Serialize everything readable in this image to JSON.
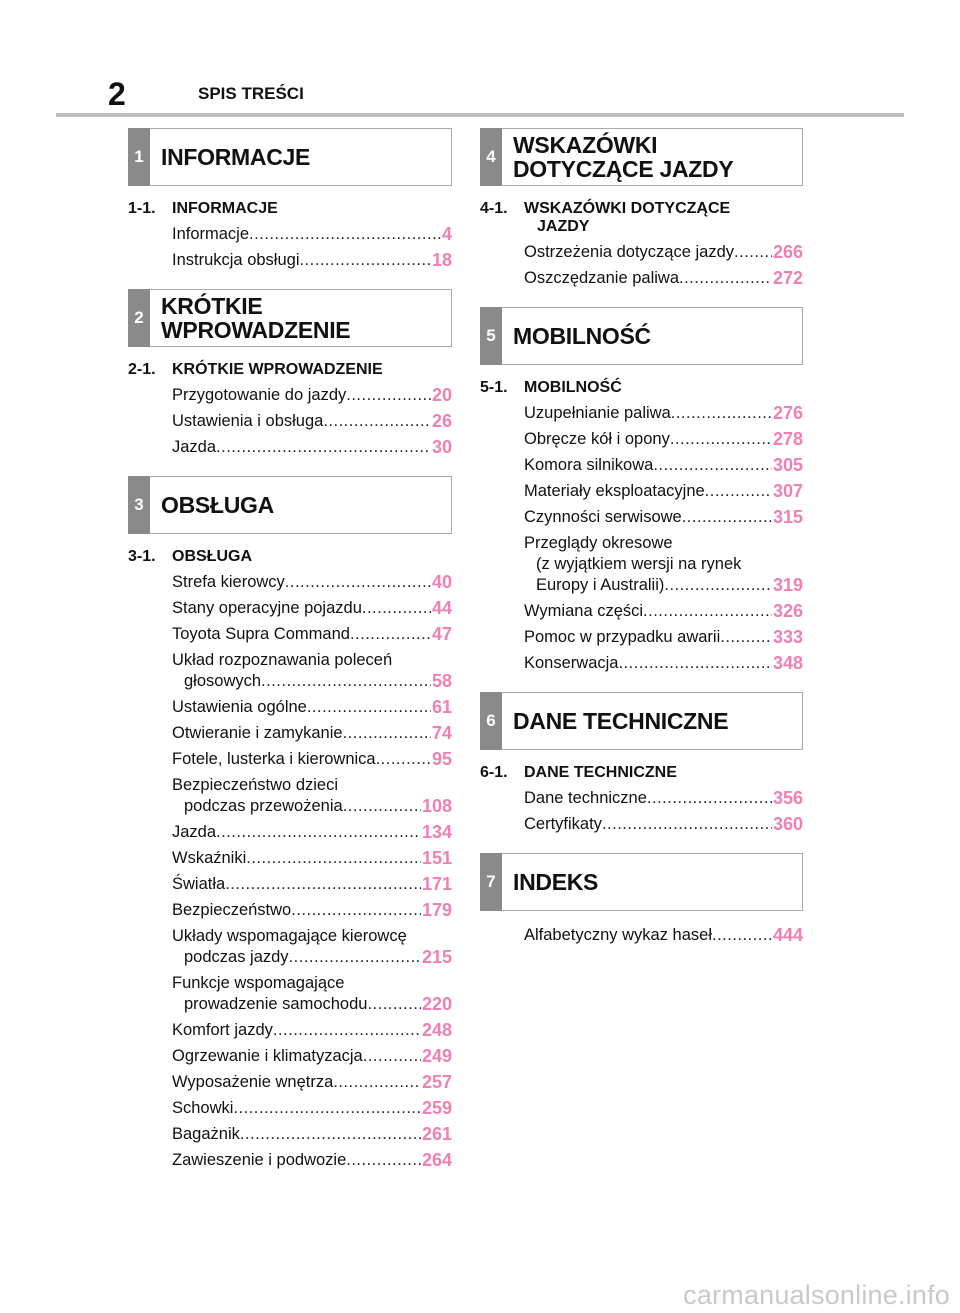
{
  "header": {
    "page_number": "2",
    "title": "SPIS TREŚCI"
  },
  "left": [
    {
      "tab": "1",
      "box_title": "INFORMACJE",
      "chapter_no": "1-1.",
      "chapter_title": "INFORMACJE",
      "chapter_title2": "",
      "entries": [
        {
          "lines": [
            "Informacje "
          ],
          "page": "4"
        },
        {
          "lines": [
            "Instrukcja obsługi "
          ],
          "page": "18"
        }
      ]
    },
    {
      "tab": "2",
      "box_title": "KRÓTKIE WPROWADZENIE",
      "chapter_no": "2-1.",
      "chapter_title": "KRÓTKIE WPROWADZENIE",
      "chapter_title2": "",
      "entries": [
        {
          "lines": [
            "Przygotowanie do jazdy "
          ],
          "page": "20"
        },
        {
          "lines": [
            "Ustawienia i obsługa "
          ],
          "page": "26"
        },
        {
          "lines": [
            "Jazda "
          ],
          "page": "30"
        }
      ]
    },
    {
      "tab": "3",
      "box_title": "OBSŁUGA",
      "chapter_no": "3-1.",
      "chapter_title": "OBSŁUGA",
      "chapter_title2": "",
      "entries": [
        {
          "lines": [
            "Strefa kierowcy "
          ],
          "page": "40"
        },
        {
          "lines": [
            "Stany operacyjne pojazdu "
          ],
          "page": "44"
        },
        {
          "lines": [
            "Toyota Supra Command "
          ],
          "page": "47"
        },
        {
          "lines": [
            "Układ rozpoznawania poleceń",
            "głosowych "
          ],
          "page": "58"
        },
        {
          "lines": [
            "Ustawienia ogólne "
          ],
          "page": "61"
        },
        {
          "lines": [
            "Otwieranie i zamykanie "
          ],
          "page": "74"
        },
        {
          "lines": [
            "Fotele, lusterka i kierownica "
          ],
          "page": "95"
        },
        {
          "lines": [
            "Bezpieczeństwo dzieci",
            "podczas przewożenia"
          ],
          "page": "108"
        },
        {
          "lines": [
            "Jazda "
          ],
          "page": "134"
        },
        {
          "lines": [
            "Wskaźniki "
          ],
          "page": "151"
        },
        {
          "lines": [
            "Światła"
          ],
          "page": "171"
        },
        {
          "lines": [
            "Bezpieczeństwo "
          ],
          "page": "179"
        },
        {
          "lines": [
            "Układy wspomagające kierowcę",
            "podczas jazdy "
          ],
          "page": "215"
        },
        {
          "lines": [
            "Funkcje wspomagające",
            "prowadzenie samochodu "
          ],
          "page": "220"
        },
        {
          "lines": [
            "Komfort jazdy "
          ],
          "page": "248"
        },
        {
          "lines": [
            "Ogrzewanie i klimatyzacja "
          ],
          "page": "249"
        },
        {
          "lines": [
            "Wyposażenie wnętrza "
          ],
          "page": "257"
        },
        {
          "lines": [
            "Schowki "
          ],
          "page": "259"
        },
        {
          "lines": [
            "Bagażnik "
          ],
          "page": "261"
        },
        {
          "lines": [
            "Zawieszenie i podwozie "
          ],
          "page": "264"
        }
      ]
    }
  ],
  "right": [
    {
      "tab": "4",
      "box_title": "WSKAZÓWKI DOTYCZĄCE JAZDY",
      "chapter_no": "4-1.",
      "chapter_title": "WSKAZÓWKI DOTYCZĄCE",
      "chapter_title2": "JAZDY",
      "entries": [
        {
          "lines": [
            "Ostrzeżenia dotyczące jazdy"
          ],
          "page": "266"
        },
        {
          "lines": [
            "Oszczędzanie paliwa"
          ],
          "page": "272"
        }
      ]
    },
    {
      "tab": "5",
      "box_title": "MOBILNOŚĆ",
      "chapter_no": "5-1.",
      "chapter_title": "MOBILNOŚĆ",
      "chapter_title2": "",
      "entries": [
        {
          "lines": [
            "Uzupełnianie paliwa "
          ],
          "page": "276"
        },
        {
          "lines": [
            "Obręcze kół i opony "
          ],
          "page": "278"
        },
        {
          "lines": [
            "Komora silnikowa "
          ],
          "page": "305"
        },
        {
          "lines": [
            "Materiały eksploatacyjne"
          ],
          "page": "307"
        },
        {
          "lines": [
            "Czynności serwisowe "
          ],
          "page": "315"
        },
        {
          "lines": [
            "Przeglądy okresowe",
            "(z wyjątkiem wersji na rynek",
            "Europy i Australii) "
          ],
          "page": "319"
        },
        {
          "lines": [
            "Wymiana części "
          ],
          "page": "326"
        },
        {
          "lines": [
            "Pomoc w przypadku awarii "
          ],
          "page": "333"
        },
        {
          "lines": [
            "Konserwacja "
          ],
          "page": "348"
        }
      ]
    },
    {
      "tab": "6",
      "box_title": "DANE TECHNICZNE",
      "chapter_no": "6-1.",
      "chapter_title": "DANE TECHNICZNE",
      "chapter_title2": "",
      "entries": [
        {
          "lines": [
            "Dane techniczne "
          ],
          "page": "356"
        },
        {
          "lines": [
            "Certyfikaty "
          ],
          "page": "360"
        }
      ]
    },
    {
      "tab": "7",
      "box_title": "INDEKS",
      "chapter_no": "",
      "chapter_title": "",
      "chapter_title2": "",
      "entries": [
        {
          "lines": [
            "Alfabetyczny wykaz haseł "
          ],
          "page": "444"
        }
      ]
    }
  ],
  "watermark": "carmanualsonline.info",
  "colors": {
    "page_number_color": "#f07fb3",
    "tab_color": "#8a8a8a",
    "rule_color": "#bdbdbd"
  }
}
